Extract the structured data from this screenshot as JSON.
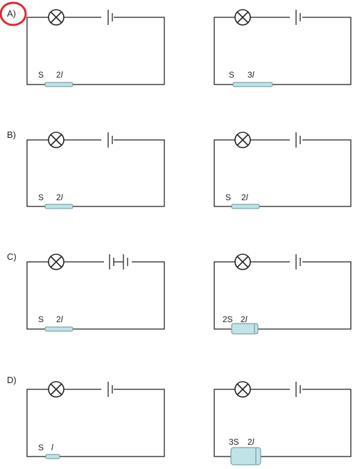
{
  "options": [
    {
      "label": "A)",
      "selected": true,
      "circuits": [
        {
          "area": "S",
          "length_coef": "2",
          "length_var": "l",
          "cells": 1
        },
        {
          "area": "S",
          "length_coef": "3",
          "length_var": "l",
          "cells": 1
        }
      ]
    },
    {
      "label": "B)",
      "selected": false,
      "circuits": [
        {
          "area": "S",
          "length_coef": "2",
          "length_var": "l",
          "cells": 1
        },
        {
          "area": "S",
          "length_coef": "2",
          "length_var": "l",
          "cells": 1
        }
      ]
    },
    {
      "label": "C)",
      "selected": false,
      "circuits": [
        {
          "area": "S",
          "length_coef": "2",
          "length_var": "l",
          "cells": 2
        },
        {
          "area": "2S",
          "length_coef": "2",
          "length_var": "l",
          "cells": 1
        }
      ]
    },
    {
      "label": "D)",
      "selected": false,
      "circuits": [
        {
          "area": "S",
          "length_coef": "",
          "length_var": "l",
          "cells": 1
        },
        {
          "area": "3S",
          "length_coef": "2",
          "length_var": "l",
          "cells": 1
        }
      ]
    }
  ],
  "colors": {
    "wire": "#222222",
    "resistor_fill": "#bfe3e6",
    "highlight": "#e0262a"
  }
}
